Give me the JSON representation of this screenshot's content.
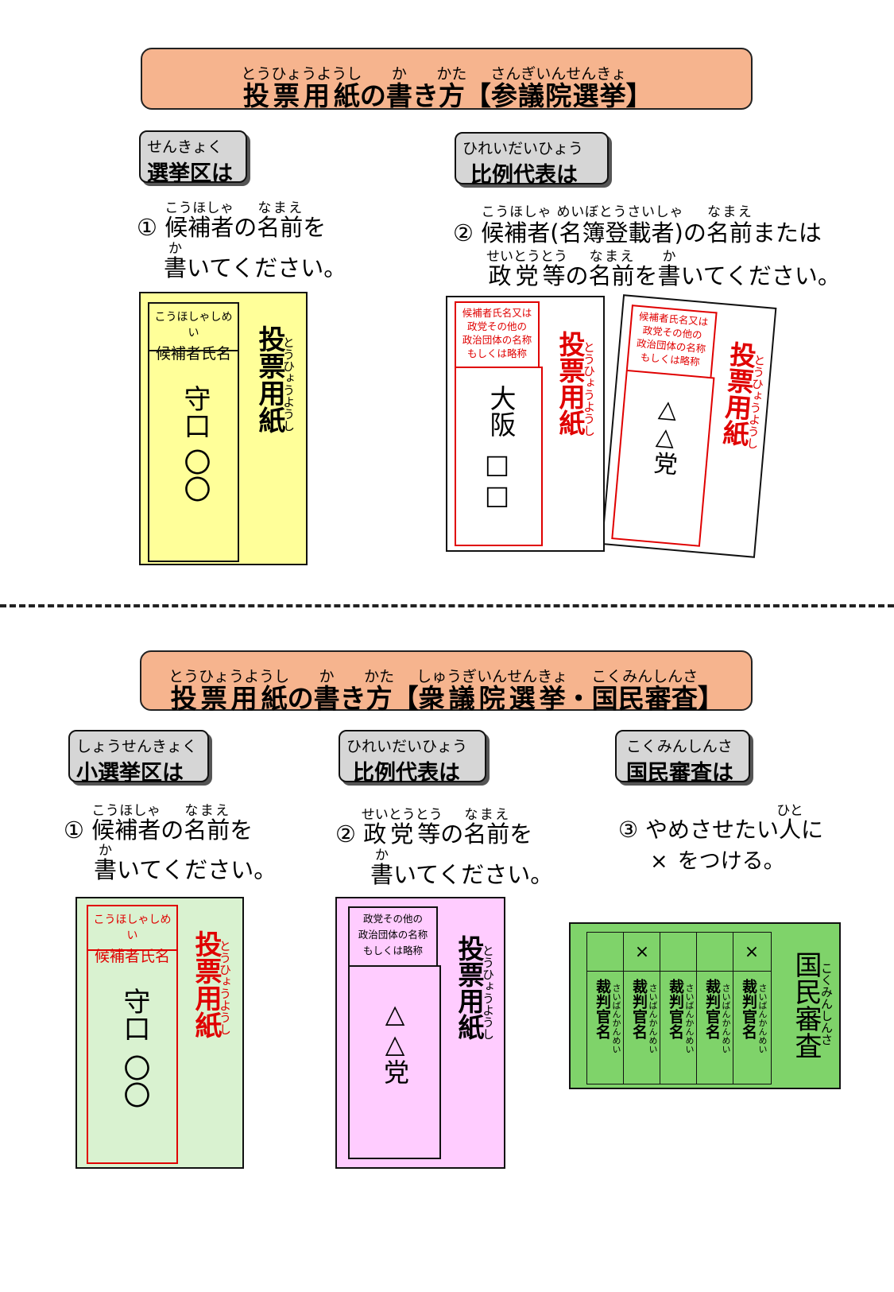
{
  "upper": {
    "banner": {
      "t1": "投票用紙",
      "r1": "とうひょうようし",
      "t2": "の",
      "t3": "書",
      "r3": "か",
      "t4": "き",
      "t5": "方",
      "r5": "かた",
      "t6": "【",
      "t7": "参議院選挙",
      "r7": "さんぎいんせんきょ",
      "t8": "】"
    },
    "chip1": {
      "ruby": "せんきょく",
      "label": "選挙区は"
    },
    "chip2": {
      "ruby": "ひれいだいひょう",
      "label": "比例代表は"
    },
    "inst1": {
      "num": "①",
      "w1": "候補者",
      "r1": "こうほしゃ",
      "w2": "の",
      "w3": "名前",
      "r3": "なまえ",
      "w4": "を",
      "l2a": "書",
      "l2r": "か",
      "l2b": "いてください。"
    },
    "inst2": {
      "num": "②",
      "w1": "候補者(名簿登載者)",
      "r1": "こうほしゃ めいぼとうさいしゃ",
      "w2": "の",
      "w3": "名前",
      "r3": "なまえ",
      "w4": "または",
      "l2a": "政党等",
      "l2ar": "せいとうとう",
      "l2b": "の",
      "l2c": "名前",
      "l2cr": "なまえ",
      "l2d": "を",
      "l2e": "書",
      "l2er": "か",
      "l2f": "いてください。"
    },
    "ballot1": {
      "header_ruby": "こうほしゃしめい",
      "header": "候補者氏名",
      "title": "投票用紙",
      "title_ruby": "とうひょうようし",
      "name1": "守口",
      "name2": "〇〇"
    },
    "ballot2": {
      "header": "候補者氏名又は政党その他の政治団体の名称もしくは略称",
      "h1": "候補者氏名又は",
      "h2": "政党その他の",
      "h3": "政治団体の名称",
      "h4": "もしくは略称",
      "title": "投票用紙",
      "title_ruby": "とうひょうようし",
      "name1": "大阪",
      "name2": "□□"
    },
    "ballot3": {
      "h1": "候補者氏名又は",
      "h2": "政党その他の",
      "h3": "政治団体の名称",
      "h4": "もしくは略称",
      "title": "投票用紙",
      "title_ruby": "とうひょうようし",
      "name": "△△党"
    }
  },
  "lower": {
    "banner": {
      "t1": "投票用紙",
      "r1": "とうひょうようし",
      "t2": "の",
      "t3": "書",
      "r3": "か",
      "t4": "き",
      "t5": "方",
      "r5": "かた",
      "t6": "【",
      "t7": "衆議院選挙",
      "r7": "しゅうぎいんせんきょ",
      "t8": "・",
      "t9": "国民審査",
      "r9": "こくみんしんさ",
      "t10": "】"
    },
    "chip1": {
      "ruby": "しょうせんきょく",
      "label": "小選挙区は"
    },
    "chip2": {
      "ruby": "ひれいだいひょう",
      "label": "比例代表は"
    },
    "chip3": {
      "ruby": "こくみんしんさ",
      "label": "国民審査は"
    },
    "inst1": {
      "num": "①",
      "w1": "候補者",
      "r1": "こうほしゃ",
      "w2": "の",
      "w3": "名前",
      "r3": "なまえ",
      "w4": "を",
      "l2a": "書",
      "l2r": "か",
      "l2b": "いてください。"
    },
    "inst2": {
      "num": "②",
      "w1": "政党等",
      "r1": "せいとうとう",
      "w2": "の",
      "w3": "名前",
      "r3": "なまえ",
      "w4": "を",
      "l2a": "書",
      "l2r": "か",
      "l2b": "いてください。"
    },
    "inst3": {
      "num": "③",
      "w1": "やめさせたい",
      "w2": "人",
      "r2": "ひと",
      "w3": "に",
      "l2a": "×",
      "l2b": "をつける。"
    },
    "ballot1": {
      "header_ruby": "こうほしゃしめい",
      "header": "候補者氏名",
      "title": "投票用紙",
      "title_ruby": "とうひょうようし",
      "name1": "守口",
      "name2": "〇〇"
    },
    "ballot2": {
      "h1": "政党その他の",
      "h2": "政治団体の名称",
      "h3": "もしくは略称",
      "title": "投票用紙",
      "title_ruby": "とうひょうようし",
      "name": "△△党"
    },
    "ballot3": {
      "title": "国民審査",
      "title_ruby": "こくみんしんさ",
      "judges": [
        {
          "mark": "",
          "name": "裁判官名",
          "ruby": "さいばんかんめい"
        },
        {
          "mark": "×",
          "name": "裁判官名",
          "ruby": "さいばんかんめい"
        },
        {
          "mark": "",
          "name": "裁判官名",
          "ruby": "さいばんかんめい"
        },
        {
          "mark": "",
          "name": "裁判官名",
          "ruby": "さいばんかんめい"
        },
        {
          "mark": "×",
          "name": "裁判官名",
          "ruby": "さいばんかんめい"
        }
      ]
    }
  },
  "colors": {
    "banner": "#f6b48e",
    "chip": "#d6d6d6",
    "yellow": "#ffff99",
    "green_light": "#d9f2d0",
    "pink": "#ffccff",
    "green": "#7fd36a",
    "red": "#e00000"
  }
}
